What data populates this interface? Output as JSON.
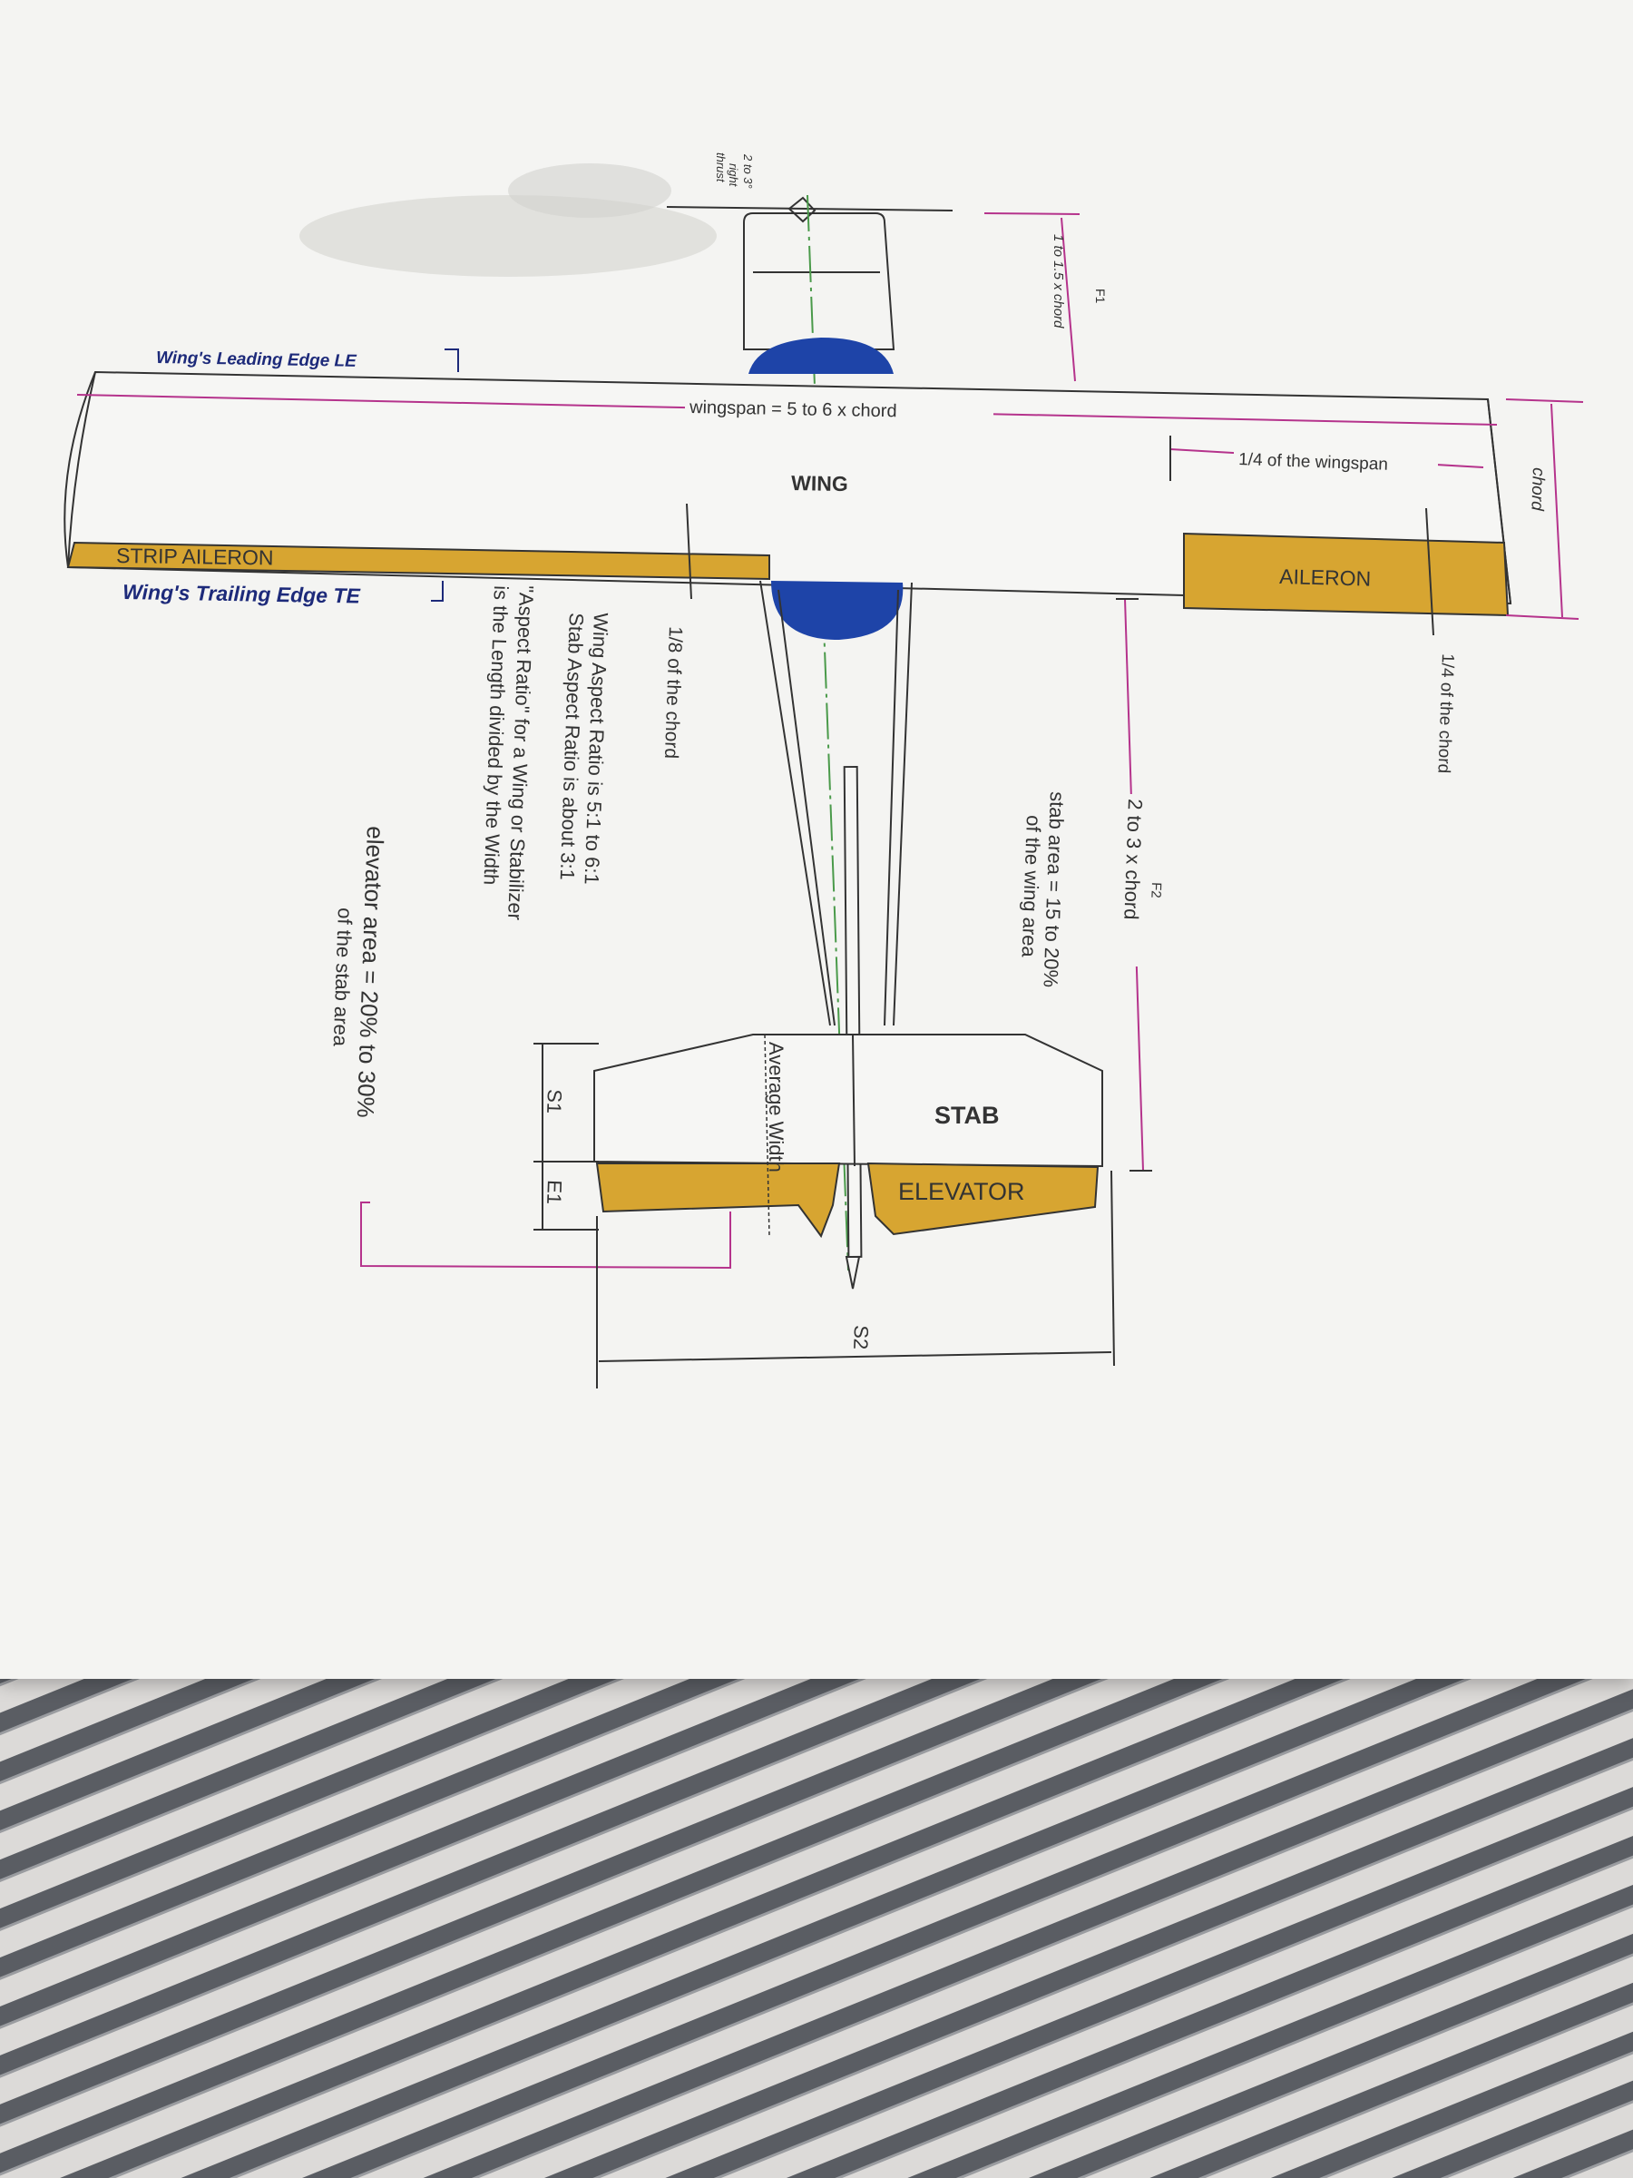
{
  "diagram": {
    "thrust_label": [
      "2 to 3°",
      "right",
      "thrust"
    ],
    "f1_label": "F1",
    "f1_desc": "1 to 1.5 x chord",
    "leading_edge": "Wing's Leading Edge  LE",
    "wingspan": "wingspan = 5 to 6 x chord",
    "wing": "WING",
    "quarter_span": "1/4 of the wingspan",
    "chord": "chord",
    "strip_aileron": "STRIP AILERON",
    "trailing_edge": "Wing's Trailing Edge  TE",
    "aileron": "AILERON",
    "eighth_chord": "1/8 of the chord",
    "quarter_chord": "1/4 of the chord",
    "f2_label": "F2",
    "f2_desc": "2 to 3 x chord",
    "stab_area": [
      "stab area = 15 to 20%",
      "of the wing area"
    ],
    "aspect": [
      "Wing Aspect Ratio is 5:1 to 6:1",
      "Stab Aspect Ratio is about 3:1",
      "\"Aspect Ratio\" for a Wing or Stabilizer",
      "is the Length divided by the Width"
    ],
    "elevator_area": [
      "elevator area = 20% to 30%",
      "of the stab area"
    ],
    "s1": "S1",
    "e1": "E1",
    "average_width": "Average Width",
    "stab": "STAB",
    "elevator": "ELEVATOR",
    "s2": "S2"
  },
  "colors": {
    "gold": "#d7a531",
    "blue": "#1e44a8",
    "magenta": "#b5338c",
    "green": "#4a9a4a",
    "navy": "#1d2a7a",
    "ink": "#333333"
  }
}
